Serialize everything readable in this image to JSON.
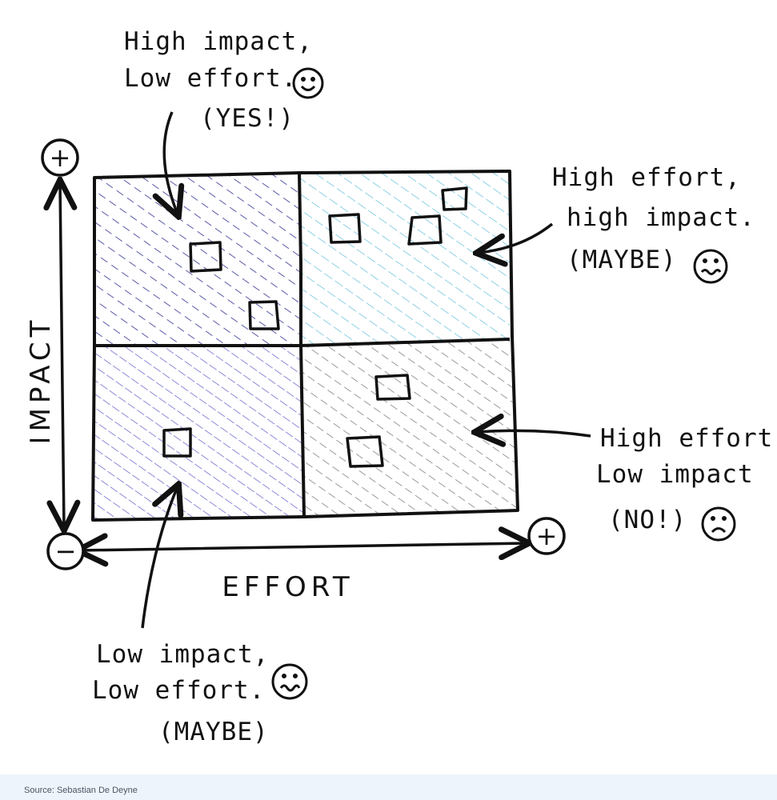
{
  "diagram": {
    "axes": {
      "y_label": "IMPACT",
      "x_label": "EFFORT",
      "y_plus": "+",
      "x_plus": "+",
      "origin_minus": "−"
    },
    "quadrants": [
      {
        "id": "top-left",
        "lines": [
          "High impact,",
          "Low effort.",
          "(YES!)"
        ],
        "face": "smiling-face-icon",
        "color": "#5a5aa8"
      },
      {
        "id": "top-right",
        "lines": [
          "High effort,",
          "high impact.",
          "(MAYBE)"
        ],
        "face": "wavy-face-icon",
        "color": "#8fd0e6"
      },
      {
        "id": "bottom-left",
        "lines": [
          "Low impact,",
          "Low effort.",
          "(MAYBE)"
        ],
        "face": "wavy-face-icon",
        "color": "#8c8ad8"
      },
      {
        "id": "bottom-right",
        "lines": [
          "High effort,",
          "Low impact",
          "(NO!)"
        ],
        "face": "frowning-face-icon",
        "color": "#9a9a9a"
      }
    ]
  },
  "footer": {
    "caption": "Source: Sebastian De Deyne"
  }
}
